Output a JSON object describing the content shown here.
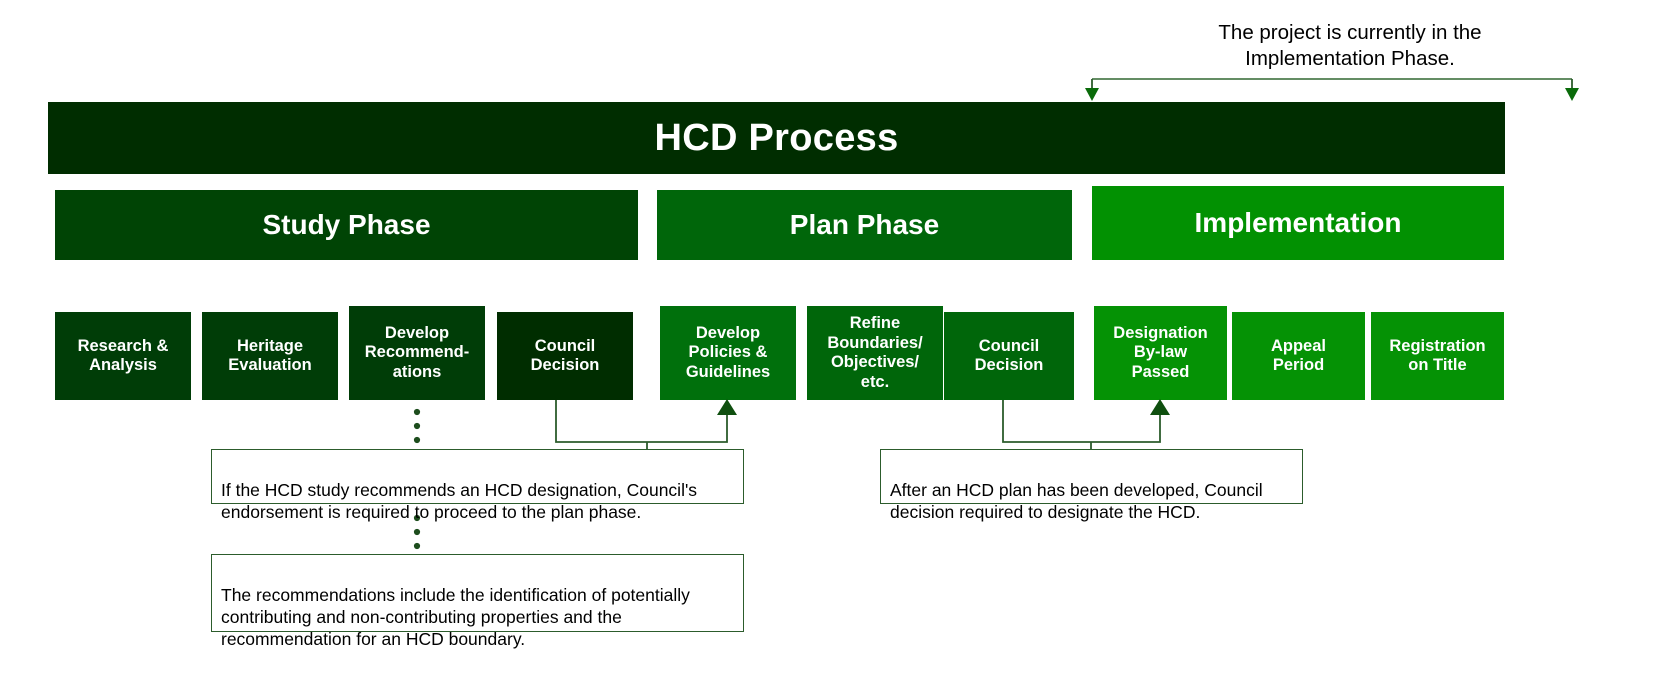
{
  "diagram": {
    "title": "HCD Process",
    "top_annotation": "The project is currently in the\nImplementation Phase.",
    "colors": {
      "banner": "#002d00",
      "study_phase": "#004405",
      "plan_phase": "#00660a",
      "implementation_phase": "#029102",
      "connector_line": "#2c5c2c",
      "note_border": "#2c5c2c",
      "text_on_green": "#ffffff",
      "text_body": "#000000"
    }
  },
  "phases": [
    {
      "id": "study",
      "label": "Study Phase"
    },
    {
      "id": "plan",
      "label": "Plan Phase"
    },
    {
      "id": "implementation",
      "label": "Implementation"
    }
  ],
  "steps": [
    {
      "id": "research-analysis",
      "label": "Research &\nAnalysis",
      "phase": "study"
    },
    {
      "id": "heritage-evaluation",
      "label": "Heritage\nEvaluation",
      "phase": "study"
    },
    {
      "id": "develop-recommendations",
      "label": "Develop\nRecommend-\nations",
      "phase": "study"
    },
    {
      "id": "council-decision-study",
      "label": "Council\nDecision",
      "phase": "study"
    },
    {
      "id": "develop-policies",
      "label": "Develop\nPolicies &\nGuidelines",
      "phase": "plan"
    },
    {
      "id": "refine-boundaries",
      "label": "Refine\nBoundaries/\nObjectives/\netc.",
      "phase": "plan"
    },
    {
      "id": "council-decision-plan",
      "label": "Council\nDecision",
      "phase": "plan"
    },
    {
      "id": "designation-bylaw-passed",
      "label": "Designation\nBy-law\nPassed",
      "phase": "implementation"
    },
    {
      "id": "appeal-period",
      "label": "Appeal\nPeriod",
      "phase": "implementation"
    },
    {
      "id": "registration-on-title",
      "label": "Registration\non Title",
      "phase": "implementation"
    }
  ],
  "notes": [
    {
      "id": "note-study-endorsement",
      "text": "If the HCD study recommends an HCD designation, Council's\nendorsement is required to proceed to the plan phase."
    },
    {
      "id": "note-recommendations-detail",
      "text": "The recommendations include the identification of potentially\ncontributing and non-contributing properties and the\nrecommendation for an HCD boundary."
    },
    {
      "id": "note-plan-designation",
      "text": "After an HCD plan has been developed, Council\ndecision required to designate the HCD."
    }
  ]
}
